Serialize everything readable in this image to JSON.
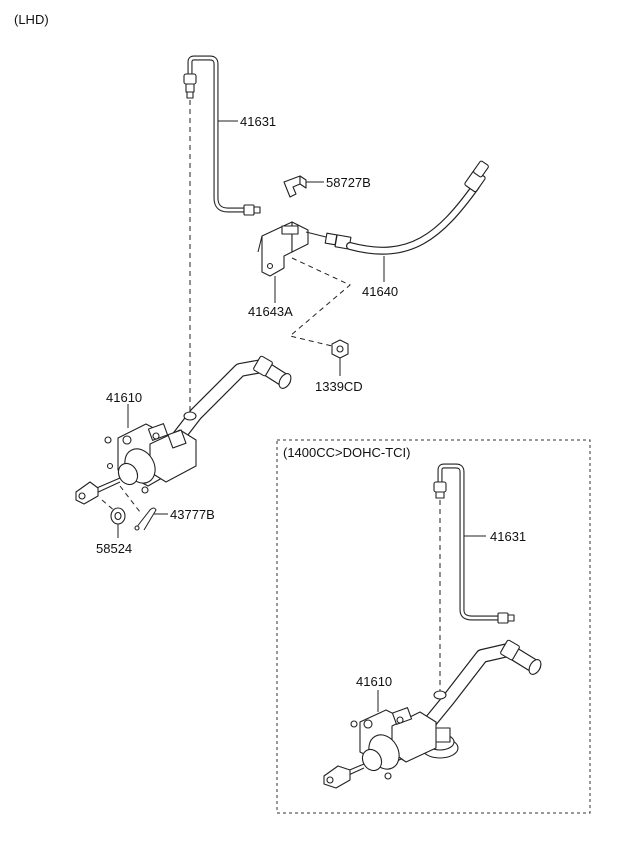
{
  "header": {
    "title": "(LHD)"
  },
  "inset": {
    "title": "(1400CC>DOHC-TCI)"
  },
  "labels": {
    "p41631": "41631",
    "p58727B": "58727B",
    "p41640": "41640",
    "p41643A": "41643A",
    "p1339CD": "1339CD",
    "p41610": "41610",
    "p43777B": "43777B",
    "p58524": "58524",
    "inset_41631": "41631",
    "inset_41610": "41610"
  }
}
